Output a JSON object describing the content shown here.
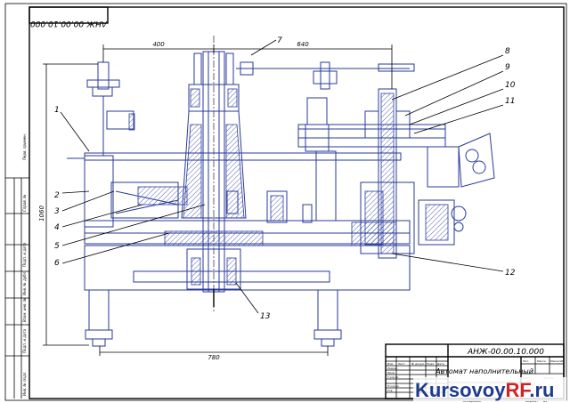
{
  "drawing": {
    "code_top": "АНЖ-00.00.10.000",
    "code_titleblock": "АНЖ-00.00.10.000",
    "title": "Автомат наполнительный",
    "dims": {
      "d400": "400",
      "d640": "640",
      "d1060": "1060",
      "d780": "780"
    },
    "callouts": [
      "1",
      "2",
      "3",
      "4",
      "5",
      "6",
      "7",
      "8",
      "9",
      "10",
      "11",
      "12",
      "13"
    ],
    "titleblock": {
      "col_izm": "Изм.",
      "col_list": "Лист",
      "col_doc": "№ докум.",
      "col_sign": "Подп.",
      "col_date": "Дата",
      "razrab": "Разраб.",
      "prov": "Пров.",
      "tkontr": "Т.контр.",
      "nkontr": "Н.контр.",
      "utv": "Утв.",
      "lit": "Лит.",
      "massa": "Масса",
      "masshtab": "Масштаб",
      "list": "Лист",
      "listov": "Листов",
      "kopiroval": "Копировал",
      "format": "Формат",
      "format_val": "А1"
    },
    "side_strip": [
      "Перв. примен.",
      "Справ. №",
      "Подп. и дата",
      "Инв. № дубл.",
      "Взам. инв. №",
      "Подп. и дата",
      "Инв. № подл."
    ]
  },
  "watermark": {
    "part1": "Kursovoy",
    "part2": "RF",
    "part3": ".ru"
  },
  "colors": {
    "line": "#000000",
    "part": "#2a3a9a",
    "wm_blue": "#1f3c8c",
    "wm_red": "#d22323"
  }
}
